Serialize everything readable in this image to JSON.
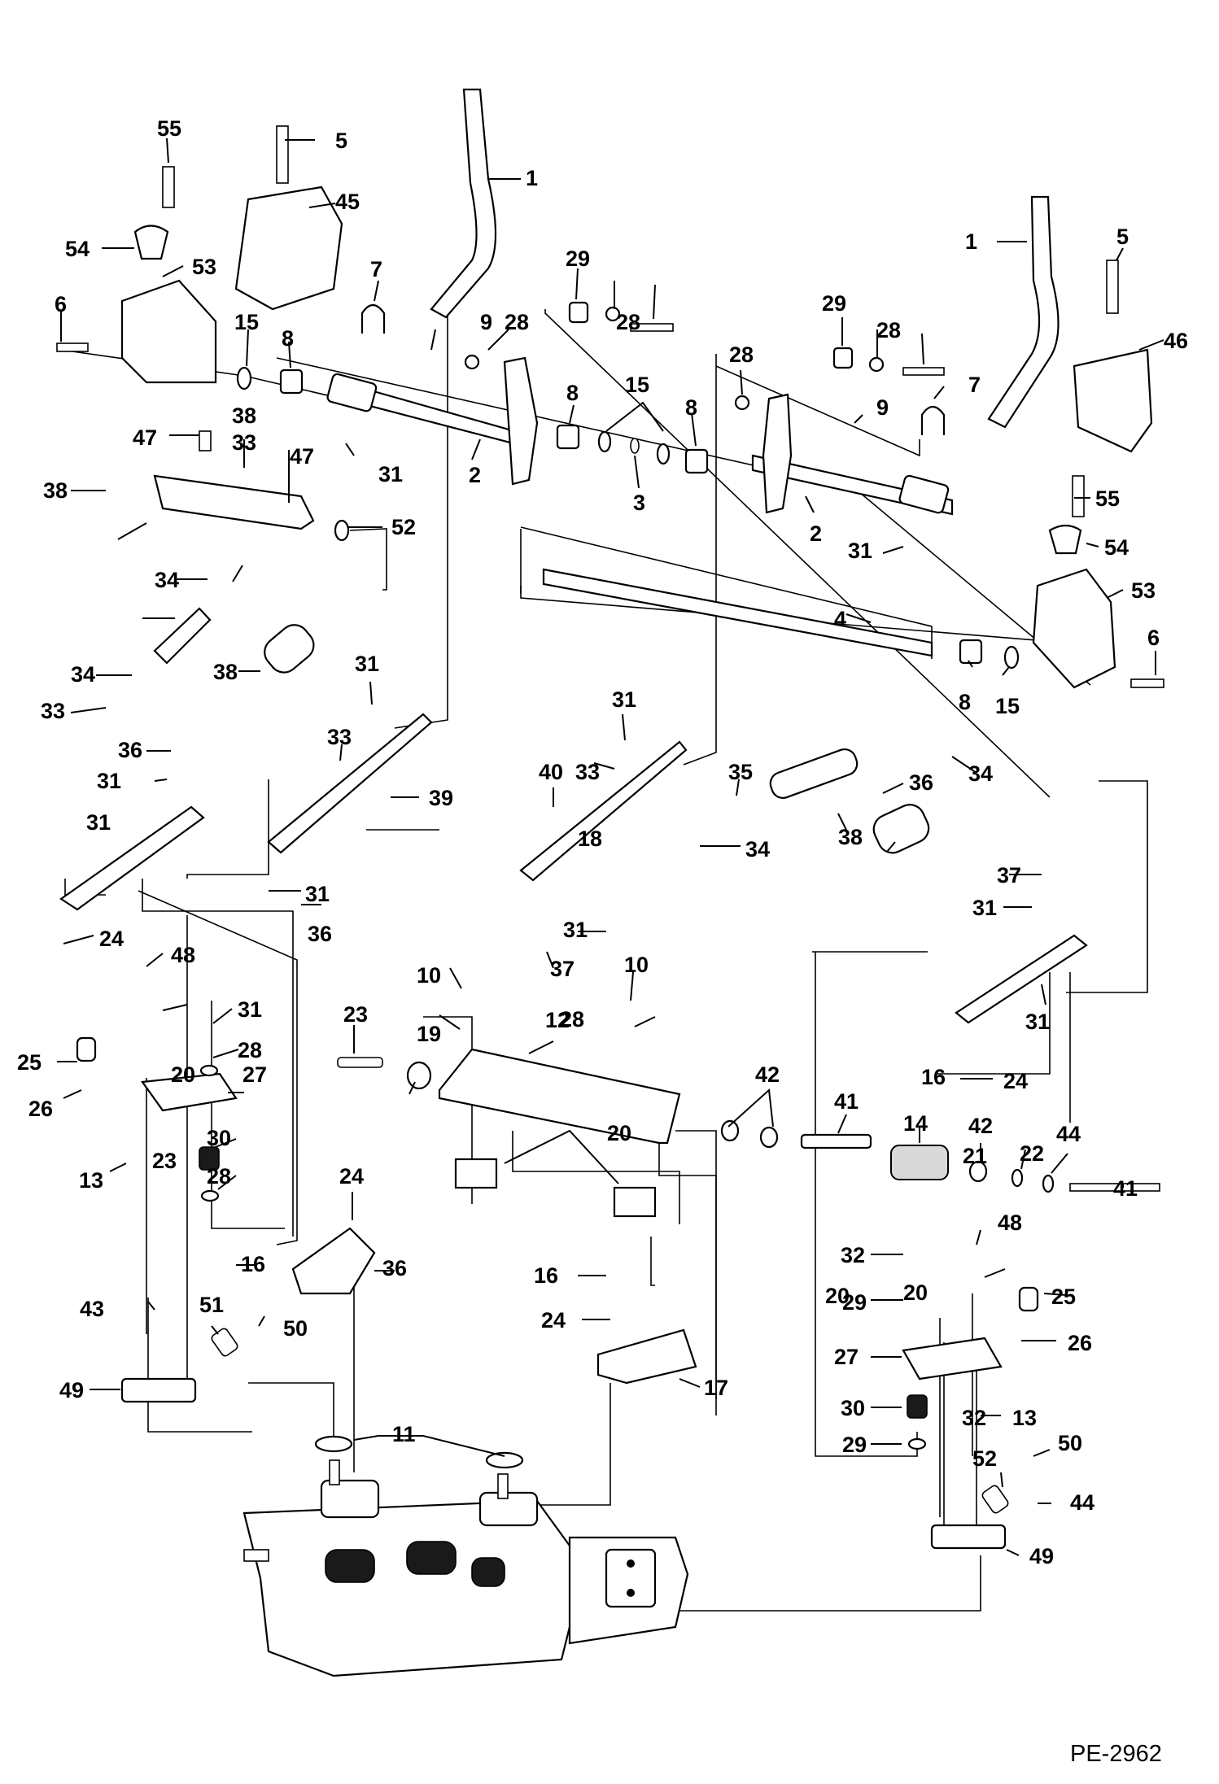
{
  "drawing": {
    "doc_number": "PE-2962",
    "callouts": [
      {
        "id": "c1a",
        "label": "1"
      },
      {
        "id": "c1b",
        "label": "1"
      },
      {
        "id": "c2a",
        "label": "2"
      },
      {
        "id": "c2b",
        "label": "2"
      },
      {
        "id": "c3",
        "label": "3"
      },
      {
        "id": "c4",
        "label": "4"
      },
      {
        "id": "c5a",
        "label": "5"
      },
      {
        "id": "c5b",
        "label": "5"
      },
      {
        "id": "c6a",
        "label": "6"
      },
      {
        "id": "c6b",
        "label": "6"
      },
      {
        "id": "c7a",
        "label": "7"
      },
      {
        "id": "c7b",
        "label": "7"
      },
      {
        "id": "c8a",
        "label": "8"
      },
      {
        "id": "c8b",
        "label": "8"
      },
      {
        "id": "c8c",
        "label": "8"
      },
      {
        "id": "c8d",
        "label": "8"
      },
      {
        "id": "c9a",
        "label": "9"
      },
      {
        "id": "c9b",
        "label": "9"
      },
      {
        "id": "c10a",
        "label": "10"
      },
      {
        "id": "c10b",
        "label": "10"
      },
      {
        "id": "c11",
        "label": "11"
      },
      {
        "id": "c12",
        "label": "12"
      },
      {
        "id": "c13a",
        "label": "13"
      },
      {
        "id": "c13b",
        "label": "13"
      },
      {
        "id": "c14",
        "label": "14"
      },
      {
        "id": "c15a",
        "label": "15"
      },
      {
        "id": "c15b",
        "label": "15"
      },
      {
        "id": "c15c",
        "label": "15"
      },
      {
        "id": "c16a",
        "label": "16"
      },
      {
        "id": "c16b",
        "label": "16"
      },
      {
        "id": "c16c",
        "label": "16"
      },
      {
        "id": "c17",
        "label": "17"
      },
      {
        "id": "c18",
        "label": "18"
      },
      {
        "id": "c19",
        "label": "19"
      },
      {
        "id": "c20a",
        "label": "20"
      },
      {
        "id": "c20b",
        "label": "20"
      },
      {
        "id": "c20c",
        "label": "20"
      },
      {
        "id": "c20d",
        "label": "20"
      },
      {
        "id": "c21",
        "label": "21"
      },
      {
        "id": "c22",
        "label": "22"
      },
      {
        "id": "c23a",
        "label": "23"
      },
      {
        "id": "c23b",
        "label": "23"
      },
      {
        "id": "c24a",
        "label": "24"
      },
      {
        "id": "c24b",
        "label": "24"
      },
      {
        "id": "c24c",
        "label": "24"
      },
      {
        "id": "c24d",
        "label": "24"
      },
      {
        "id": "c25a",
        "label": "25"
      },
      {
        "id": "c25b",
        "label": "25"
      },
      {
        "id": "c26a",
        "label": "26"
      },
      {
        "id": "c26b",
        "label": "26"
      },
      {
        "id": "c27a",
        "label": "27"
      },
      {
        "id": "c27b",
        "label": "27"
      },
      {
        "id": "c28a",
        "label": "28"
      },
      {
        "id": "c28b",
        "label": "28"
      },
      {
        "id": "c28c",
        "label": "28"
      },
      {
        "id": "c28d",
        "label": "28"
      },
      {
        "id": "c28e",
        "label": "28"
      },
      {
        "id": "c28f",
        "label": "28"
      },
      {
        "id": "c28g",
        "label": "28"
      },
      {
        "id": "c29a",
        "label": "29"
      },
      {
        "id": "c29b",
        "label": "29"
      },
      {
        "id": "c29c",
        "label": "29"
      },
      {
        "id": "c29d",
        "label": "29"
      },
      {
        "id": "c30a",
        "label": "30"
      },
      {
        "id": "c30b",
        "label": "30"
      },
      {
        "id": "c31a",
        "label": "31"
      },
      {
        "id": "c31b",
        "label": "31"
      },
      {
        "id": "c31c",
        "label": "31"
      },
      {
        "id": "c31d",
        "label": "31"
      },
      {
        "id": "c31e",
        "label": "31"
      },
      {
        "id": "c31f",
        "label": "31"
      },
      {
        "id": "c31g",
        "label": "31"
      },
      {
        "id": "c31h",
        "label": "31"
      },
      {
        "id": "c31i",
        "label": "31"
      },
      {
        "id": "c31j",
        "label": "31"
      },
      {
        "id": "c31k",
        "label": "31"
      },
      {
        "id": "c32a",
        "label": "32"
      },
      {
        "id": "c32b",
        "label": "32"
      },
      {
        "id": "c33a",
        "label": "33"
      },
      {
        "id": "c33b",
        "label": "33"
      },
      {
        "id": "c33c",
        "label": "33"
      },
      {
        "id": "c33d",
        "label": "33"
      },
      {
        "id": "c34a",
        "label": "34"
      },
      {
        "id": "c34b",
        "label": "34"
      },
      {
        "id": "c34c",
        "label": "34"
      },
      {
        "id": "c34d",
        "label": "34"
      },
      {
        "id": "c35",
        "label": "35"
      },
      {
        "id": "c36a",
        "label": "36"
      },
      {
        "id": "c36b",
        "label": "36"
      },
      {
        "id": "c36c",
        "label": "36"
      },
      {
        "id": "c36d",
        "label": "36"
      },
      {
        "id": "c37a",
        "label": "37"
      },
      {
        "id": "c37b",
        "label": "37"
      },
      {
        "id": "c38a",
        "label": "38"
      },
      {
        "id": "c38b",
        "label": "38"
      },
      {
        "id": "c38c",
        "label": "38"
      },
      {
        "id": "c38d",
        "label": "38"
      },
      {
        "id": "c39",
        "label": "39"
      },
      {
        "id": "c40",
        "label": "40"
      },
      {
        "id": "c41a",
        "label": "41"
      },
      {
        "id": "c41b",
        "label": "41"
      },
      {
        "id": "c42a",
        "label": "42"
      },
      {
        "id": "c42b",
        "label": "42"
      },
      {
        "id": "c43",
        "label": "43"
      },
      {
        "id": "c44a",
        "label": "44"
      },
      {
        "id": "c44b",
        "label": "44"
      },
      {
        "id": "c45",
        "label": "45"
      },
      {
        "id": "c46",
        "label": "46"
      },
      {
        "id": "c47a",
        "label": "47"
      },
      {
        "id": "c47b",
        "label": "47"
      },
      {
        "id": "c48a",
        "label": "48"
      },
      {
        "id": "c48b",
        "label": "48"
      },
      {
        "id": "c49a",
        "label": "49"
      },
      {
        "id": "c49b",
        "label": "49"
      },
      {
        "id": "c50a",
        "label": "50"
      },
      {
        "id": "c50b",
        "label": "50"
      },
      {
        "id": "c51",
        "label": "51"
      },
      {
        "id": "c52a",
        "label": "52"
      },
      {
        "id": "c52b",
        "label": "52"
      },
      {
        "id": "c53a",
        "label": "53"
      },
      {
        "id": "c53b",
        "label": "53"
      },
      {
        "id": "c54a",
        "label": "54"
      },
      {
        "id": "c54b",
        "label": "54"
      },
      {
        "id": "c55a",
        "label": "55"
      },
      {
        "id": "c55b",
        "label": "55"
      }
    ]
  }
}
